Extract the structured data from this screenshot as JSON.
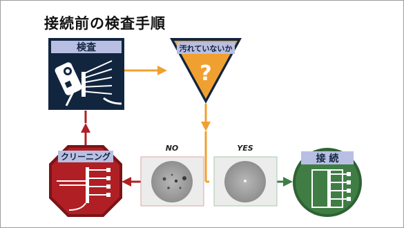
{
  "title": "接続前の検査手順",
  "nodes": {
    "inspect": "検査",
    "question": "汚れていないか",
    "clean": "クリーニング",
    "connect": "接 続"
  },
  "branches": {
    "no": "NO",
    "yes": "YES"
  },
  "colors": {
    "navy": "#12253f",
    "amber": "#f0a030",
    "red": "#b01f24",
    "green": "#3f7d45",
    "label_bg": "#b9bfe3"
  },
  "icons": [
    "visual-scope-icon",
    "question-mark-icon",
    "connector-fan-out-icon"
  ]
}
